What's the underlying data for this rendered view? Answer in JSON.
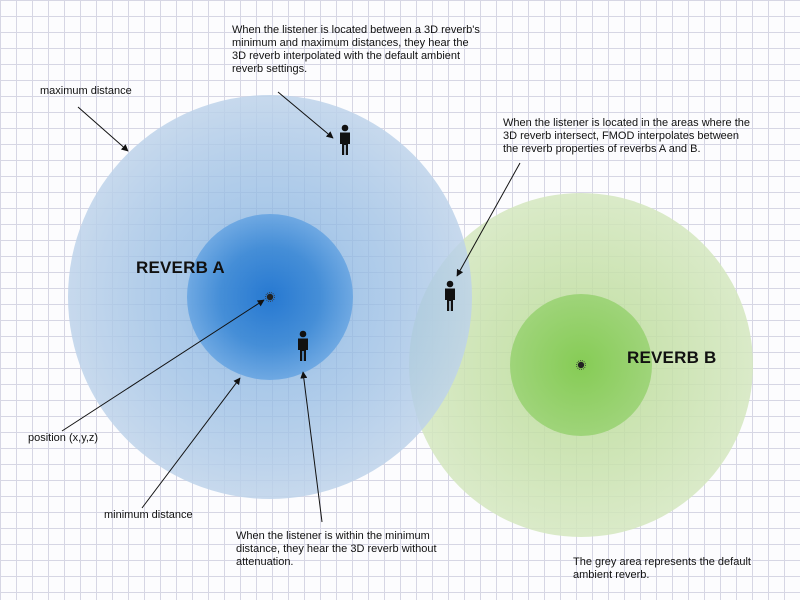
{
  "reverb_a": {
    "title": "REVERB A",
    "colors": {
      "outer": "#b6cde6",
      "inner_mid": "#3a89d4",
      "inner_center": "#1f74d0"
    }
  },
  "reverb_b": {
    "title": "REVERB B",
    "colors": {
      "outer": "#cfe3b3",
      "inner": "#8fcf63"
    }
  },
  "labels": {
    "maximum_distance": "maximum distance",
    "position": "position (x,y,z)",
    "minimum_distance": "minimum distance",
    "between_min_max": [
      "When the listener is located between a 3D reverb's",
      "minimum and maximum distances, they hear the",
      "3D reverb interpolated with the default ambient",
      "reverb settings."
    ],
    "intersection": [
      "When the listener is located in the areas where the",
      "3D reverb intersect, FMOD interpolates between",
      "the reverb properties of reverbs A and B."
    ],
    "within_min": [
      "When the listener is within the minimum",
      "distance, they hear the 3D reverb without",
      "attenuation."
    ],
    "grey_area": [
      "The grey area represents the default",
      "ambient reverb."
    ]
  },
  "icons": [
    "listener-icon",
    "position-marker-icon"
  ]
}
